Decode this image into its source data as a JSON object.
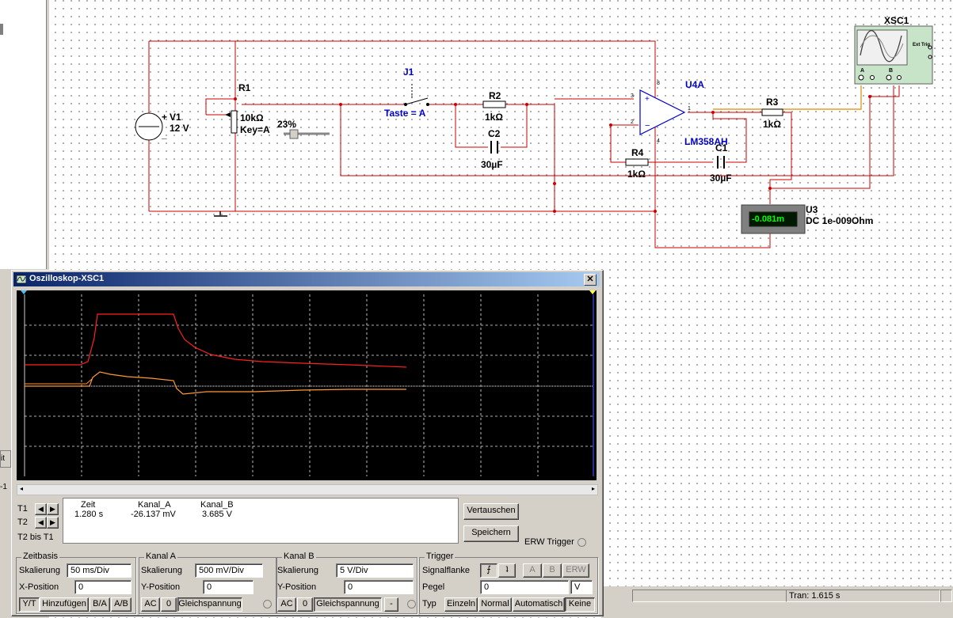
{
  "left_panel": {
    "tab_fragment": "it",
    "scroll_fragment": "-1"
  },
  "schematic": {
    "v1_name": "V1",
    "v1_value": "12 V",
    "v1_plus": "+",
    "v1_minus": "_",
    "r1_name": "R1",
    "r1_value": "10kΩ",
    "r1_key": "Key=A",
    "r1_percent": "23%",
    "j1_name": "J1",
    "j1_key": "Taste = A",
    "r2_name": "R2",
    "r2_value": "1kΩ",
    "c2_name": "C2",
    "c2_value": "30µF",
    "u4a_name": "U4A",
    "u4a_model": "LM358AH",
    "pin8": "8",
    "pin3": "3",
    "pin2": "2",
    "pin1": "1",
    "pin4": "4",
    "r3_name": "R3",
    "r3_value": "1kΩ",
    "r4_name": "R4",
    "r4_value": "1kΩ",
    "c1_name": "C1",
    "c1_value": "30µF",
    "xsc1_name": "XSC1",
    "xsc1_ext": "Ext Trig",
    "xsc1_a": "A",
    "xsc1_b": "B",
    "u3_name": "U3",
    "u3_reading": "-0.081m",
    "u3_mode": "DC  1e-009Ohm"
  },
  "oscilloscope": {
    "title": "Oszilloskop-XSC1",
    "close": "✕",
    "readout": {
      "headers": [
        "Zeit",
        "Kanal_A",
        "Kanal_B"
      ],
      "t1_label": "T1",
      "t2_label": "T2",
      "t2_minus_t1_label": "T2 bis T1",
      "row": [
        "1.280 s",
        "-26.137 mV",
        "3.685 V"
      ]
    },
    "buttons": {
      "swap": "Vertauschen",
      "save": "Speichern"
    },
    "ext_trigger": "ERW Trigger",
    "timebase": {
      "title": "Zeitbasis",
      "scale_label": "Skalierung",
      "scale_value": "50 ms/Div",
      "xpos_label": "X-Position",
      "xpos_value": "0",
      "modes": [
        "Y/T",
        "Hinzufügen",
        "B/A",
        "A/B"
      ]
    },
    "channel_a": {
      "title": "Kanal A",
      "scale_label": "Skalierung",
      "scale_value": "500 mV/Div",
      "ypos_label": "Y-Position",
      "ypos_value": "0",
      "coupling": [
        "AC",
        "0",
        "Gleichspannung"
      ]
    },
    "channel_b": {
      "title": "Kanal B",
      "scale_label": "Skalierung",
      "scale_value": "5  V/Div",
      "ypos_label": "Y-Position",
      "ypos_value": "0",
      "coupling": [
        "AC",
        "0",
        "Gleichspannung",
        "-"
      ]
    },
    "trigger": {
      "title": "Trigger",
      "edge_label": "Signalflanke",
      "edge_buttons": [
        "A",
        "B",
        "ERW"
      ],
      "level_label": "Pegel",
      "level_value": "0",
      "level_unit": "V",
      "type_label": "Typ",
      "types": [
        "Einzeln",
        "Normal",
        "Automatisch",
        "Keine"
      ]
    },
    "trace_colors": {
      "channel_a": "#ff2020",
      "channel_b": "#ff9a30",
      "baseline": "#ffffff",
      "grid": "#ffffff"
    }
  },
  "status_bar": {
    "tran": "Tran: 1.615 s"
  },
  "colors": {
    "wire": "#cc0000",
    "wire_orange": "#e08a00",
    "label_blue": "#0000cc",
    "meter_green": "#00ff00"
  }
}
